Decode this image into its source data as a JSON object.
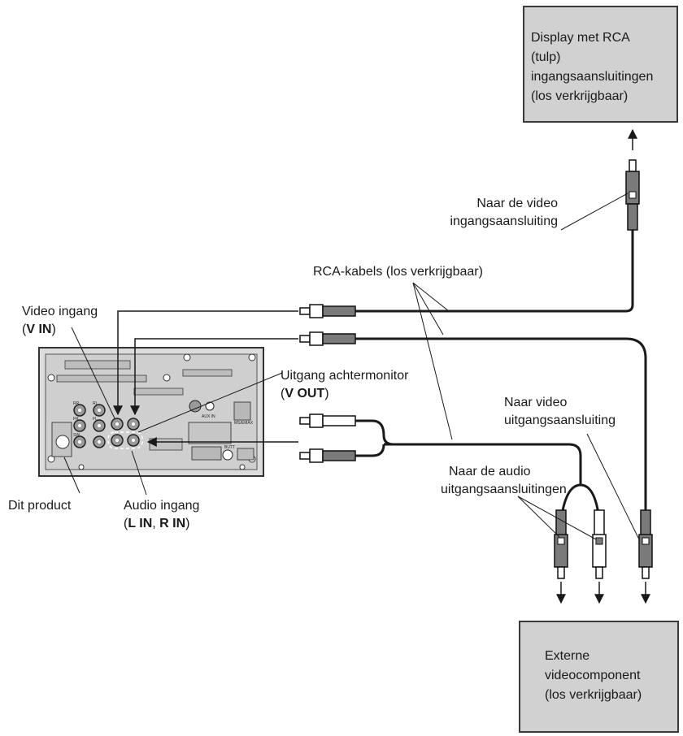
{
  "display_box": {
    "lines": [
      "Display met RCA",
      "(tulp)",
      "ingangsaansluitingen",
      "(los verkrijgbaar)"
    ]
  },
  "external_box": {
    "lines": [
      "Externe",
      "videocomponent",
      "(los verkrijgbaar)"
    ]
  },
  "labels": {
    "to_video_input": [
      "Naar de video",
      "ingangsaansluiting"
    ],
    "rca_cables": "RCA-kabels (los verkrijgbaar)",
    "video_input": "Video ingang",
    "video_input_code": "V IN",
    "rear_monitor_out": "Uitgang achtermonitor",
    "rear_monitor_out_code": "V OUT",
    "to_video_output": [
      "Naar video",
      "uitgangsaansluiting"
    ],
    "to_audio_outputs": [
      "Naar de audio",
      "uitgangsaansluitingen"
    ],
    "this_product": "Dit product",
    "audio_input": "Audio ingang",
    "audio_input_code_l": "L IN",
    "audio_input_code_r": "R IN"
  },
  "unit_markings": [
    "RR",
    "FR",
    "SW",
    "RL",
    "FL",
    "AUX IN",
    "MS/EMAX",
    "BUTT"
  ]
}
